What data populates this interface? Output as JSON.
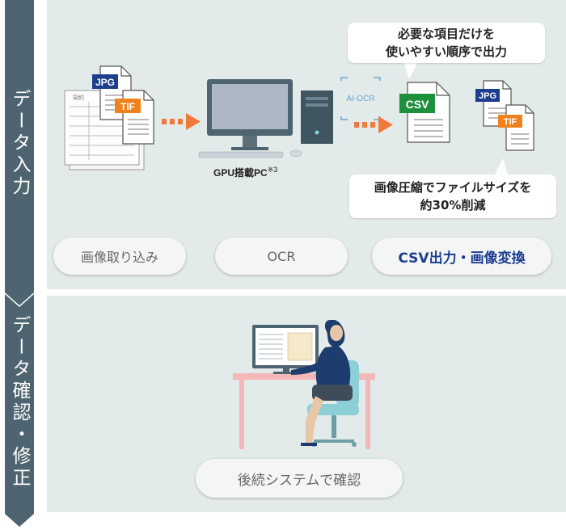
{
  "sidebar": {
    "stage1_label": "データ入力",
    "stage2_label": "データ確認・修正"
  },
  "input_flow": {
    "doc_tags": {
      "jpg": "JPG",
      "tif": "TIF",
      "csv": "CSV",
      "form_text": "契約"
    },
    "pc_caption": "GPU搭載PC",
    "pc_note": "※3",
    "ocr_label": "AI-OCR",
    "bubble_top_line1": "必要な項目だけを",
    "bubble_top_line2": "使いやすい順序で出力",
    "bubble_bottom_line1": "画像圧縮でファイルサイズを",
    "bubble_bottom_line2": "約30%削減",
    "steps": [
      "画像取り込み",
      "OCR",
      "CSV出力・画像変換"
    ]
  },
  "review": {
    "step_label": "後続システムで確認"
  },
  "colors": {
    "sidebar": "#4e6470",
    "panel": "#e3ebea",
    "arrow": "#f07a3b",
    "jpg": "#1d3d8f",
    "tif": "#f0821e",
    "csv": "#1e8f3c",
    "accent_text": "#1d3d8f",
    "desk": "#f2b8b8",
    "chair": "#8ccfd6",
    "person": "#1d3d6e"
  }
}
